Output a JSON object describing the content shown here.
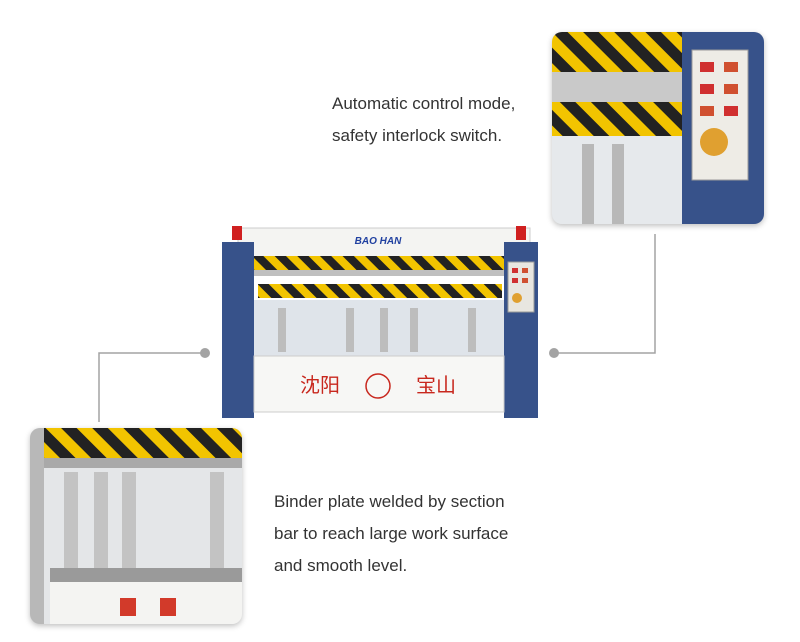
{
  "captions": {
    "top": [
      "Automatic control mode,",
      "safety interlock switch."
    ],
    "bottom": [
      "Binder plate welded by section",
      "bar to reach large work surface",
      "and smooth level."
    ]
  },
  "machine": {
    "brand": "BAO HAN",
    "chinese_name_left": "沈阳",
    "chinese_name_right": "宝山"
  },
  "colors": {
    "machine_blue": "#37528a",
    "stripe_yellow": "#f2c400",
    "stripe_black": "#222222",
    "chinese_red": "#c8281e",
    "connector_gray": "#a3a3a3"
  }
}
